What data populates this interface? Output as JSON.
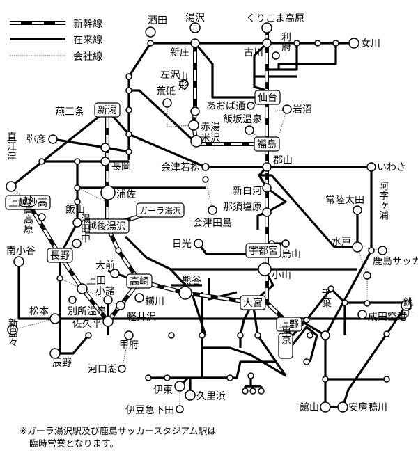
{
  "legend": {
    "shinkansen": "新幹線",
    "conventional": "在来線",
    "company": "会社線"
  },
  "stations": {
    "sakata": "酒田",
    "yuzawa": "湯沢",
    "kurikoma": "くりこま高原",
    "onagawa": "女川",
    "shinjo": "新庄",
    "furukawa": "古川",
    "rifu": "利府",
    "aterazawa": "左沢",
    "arato": "荒砥",
    "yamagata": "山形",
    "aobadori": "あおば通",
    "sendai": "仙台",
    "iwanuma": "岩沼",
    "tsubamesanjo": "燕三条",
    "niigata": "新潟",
    "akayu": "赤湯",
    "iizaka": "飯坂温泉",
    "yonezawa": "米沢",
    "fukushima": "福島",
    "yahiko": "弥彦",
    "naoetsu": "直江津",
    "nagaoka": "長岡",
    "aizuwakamatsu": "会津若松",
    "koriyama": "郡山",
    "iwaki": "いわき",
    "urasa": "浦佐",
    "shinshirakawa": "新白河",
    "joetsumyoko": "上越妙高",
    "iiyama": "飯山",
    "gala": "ガーラ湯沢",
    "nasushiobara": "那須塩原",
    "hitachiota": "常陸太田",
    "myokokogen": "妙高高原",
    "echigoyuzawa": "越後湯沢",
    "aizutajima": "会津田島",
    "ajigaura": "阿字ヶ浦",
    "minamiotari": "南小谷",
    "nikko": "日光",
    "utsunomiya": "宇都宮",
    "karasuyama": "烏山",
    "mito": "水戸",
    "nagano": "長野",
    "yudanaka": "湯田中",
    "omae": "大前",
    "kashima": "鹿島サッカースタジアム",
    "ueda": "上田",
    "takasaki": "高崎",
    "kumagaya": "熊谷",
    "oyama": "小山",
    "komoro": "小諸",
    "yokokawa": "横川",
    "omiya": "大宮",
    "matsumoto": "松本",
    "bessho": "別所温泉",
    "karuizawa": "軽井沢",
    "chiba": "千葉",
    "choshi": "銚子",
    "sakudaira": "佐久平",
    "ueno": "上野",
    "narita": "成田空港",
    "shinshimashima": "新島々",
    "kofu": "甲府",
    "tokyo": "東京",
    "tatsuno": "辰野",
    "kawaguchiko": "河口湖",
    "ito": "伊東",
    "kurihama": "久里浜",
    "izukyu": "伊豆急下田",
    "tateyama": "館山",
    "awakamogawa": "安房鴨川"
  },
  "note": {
    "line1": "※ガーラ湯沢駅及び鹿島サッカースタジアム駅は",
    "line2": "臨時営業となります。"
  }
}
